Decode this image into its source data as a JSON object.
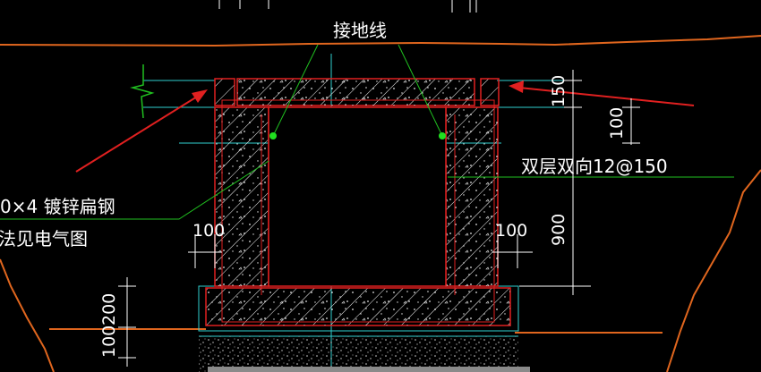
{
  "colors": {
    "background": "#000000",
    "ground_line": "#e0661e",
    "concrete_outline": "#e02020",
    "hatch": "#ffffff",
    "cyan_line": "#30d0d0",
    "green_line": "#20c020",
    "arrow": "#e02020",
    "text": "#ffffff"
  },
  "labels": {
    "grounding_wire": "接地线",
    "rebar_spec": "双层双向12@150",
    "flat_steel": "0×4 镀锌扁钢",
    "see_electrical": "敷法见电气图"
  },
  "dimensions": {
    "top_150": "150",
    "top_100": "100",
    "wall_left_100": "100",
    "wall_right_100": "100",
    "height_900": "900",
    "base_200": "200",
    "bottom_100": "100"
  },
  "icons": {
    "arrow_left": "red-arrow-icon",
    "arrow_right": "red-arrow-icon",
    "grounding_point": "green-dot-icon",
    "break_symbol": "break-line-icon"
  }
}
